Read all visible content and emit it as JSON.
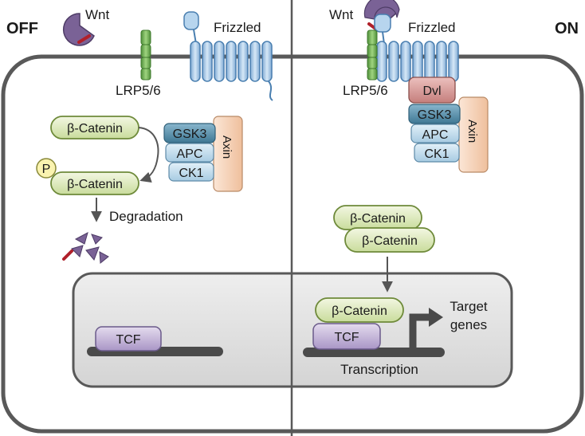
{
  "panels": {
    "off": {
      "title": "OFF",
      "wnt_label": "Wnt",
      "frizzled_label": "Frizzled",
      "lrp_label": "LRP5/6",
      "destruction_complex": {
        "gsk3": "GSK3",
        "apc": "APC",
        "ck1": "CK1",
        "axin": "Axin"
      },
      "beta_catenin_free": "β-Catenin",
      "beta_catenin_phospho": "β-Catenin",
      "phospho_tag": "P",
      "degradation_label": "Degradation",
      "tcf_label": "TCF"
    },
    "on": {
      "title": "ON",
      "wnt_label": "Wnt",
      "frizzled_label": "Frizzled",
      "lrp_label": "LRP5/6",
      "dvl_label": "Dvl",
      "complex": {
        "gsk3": "GSK3",
        "apc": "APC",
        "ck1": "CK1",
        "axin": "Axin"
      },
      "beta_catenin_1": "β-Catenin",
      "beta_catenin_2": "β-Catenin",
      "beta_catenin_nuclear": "β-Catenin",
      "tcf_label": "TCF",
      "target_genes_line1": "Target",
      "target_genes_line2": "genes",
      "transcription_label": "Transcription"
    }
  },
  "colors": {
    "membrane": "#595959",
    "wnt": "#7a6296",
    "wnt_tail": "#b0202a",
    "lrp": "#6aa84f",
    "frizzled": "#a6c8e6",
    "frizzled_stroke": "#4a7fb0",
    "gsk3": "#5b8ea8",
    "apc_ck1": "#b9d7ea",
    "axin": "#f5d2b8",
    "dvl": "#d79a98",
    "beta_catenin": "#e3ecc4",
    "beta_catenin_stroke": "#6e8a3a",
    "phospho": "#faf3b0",
    "tcf": "#c8b8dc",
    "nucleus": "#e6e6e6",
    "dna": "#4a4a4a"
  }
}
